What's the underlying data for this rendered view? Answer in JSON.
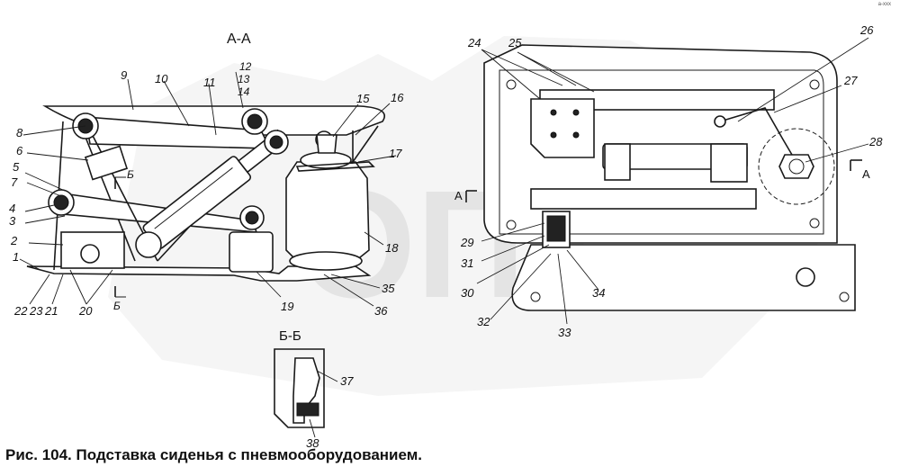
{
  "caption": "Рис. 104. Подставка сиденья с пневмооборудованием.",
  "watermark": "ОПТ",
  "corner_mark": "а-ххх",
  "views": {
    "left": {
      "title": "А-А"
    },
    "middle": {
      "title": "Б-Б"
    },
    "right": {
      "section_mark_left": "А",
      "section_mark_right": "А"
    }
  },
  "left_labels": [
    "1",
    "2",
    "3",
    "4",
    "5",
    "6",
    "7",
    "8",
    "9",
    "10",
    "11",
    "12",
    "13",
    "14",
    "15",
    "16",
    "17",
    "18",
    "19",
    "20",
    "21",
    "22",
    "23",
    "35",
    "36"
  ],
  "section_marks": [
    "Б",
    "Б"
  ],
  "middle_labels": [
    "37",
    "38"
  ],
  "right_labels": [
    "24",
    "25",
    "26",
    "27",
    "28",
    "29",
    "30",
    "31",
    "32",
    "33",
    "34"
  ]
}
